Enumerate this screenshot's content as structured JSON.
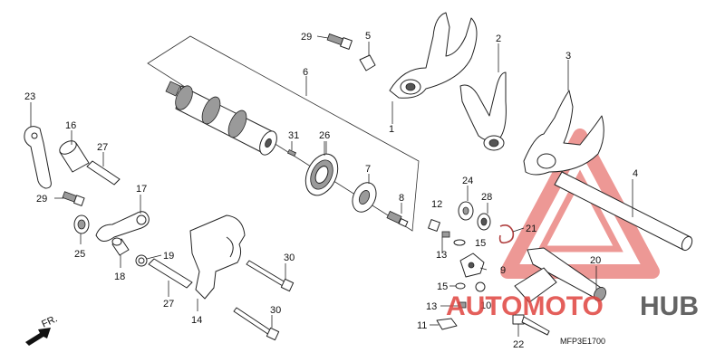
{
  "diagram": {
    "code": "MFP3E1700",
    "direction_label": "FR.",
    "watermark": {
      "text_a": "AUTOMOTO",
      "text_b": "HUB",
      "color_a": "#e0443f",
      "color_b": "#4a4a4a"
    },
    "callouts": {
      "p1": "1",
      "p2": "2",
      "p3": "3",
      "p4": "4",
      "p5": "5",
      "p6": "6",
      "p7": "7",
      "p8": "8",
      "p9": "9",
      "p10": "10",
      "p11": "11",
      "p12": "12",
      "p13a": "13",
      "p13b": "13",
      "p14": "14",
      "p15a": "15",
      "p15b": "15",
      "p16": "16",
      "p17": "17",
      "p18": "18",
      "p19": "19",
      "p20": "20",
      "p21": "21",
      "p22": "22",
      "p23": "23",
      "p24": "24",
      "p25": "25",
      "p26": "26",
      "p27a": "27",
      "p27b": "27",
      "p28": "28",
      "p29a": "29",
      "p29b": "29",
      "p30a": "30",
      "p30b": "30",
      "p31": "31"
    }
  }
}
